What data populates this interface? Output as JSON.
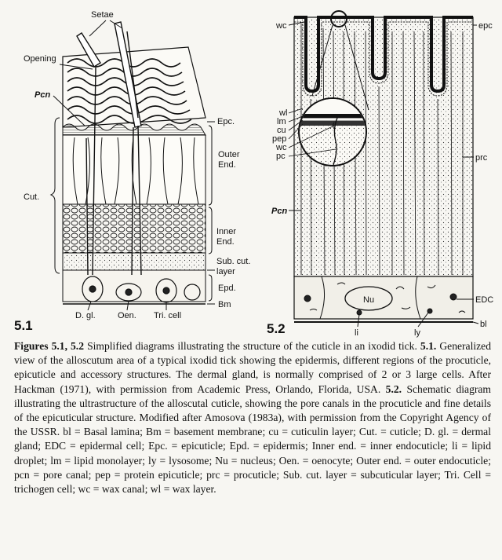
{
  "figure_1": {
    "number": "5.1",
    "labels": {
      "setae": "Setae",
      "opening": "Opening",
      "pcn": "Pcn",
      "epc": "Epc.",
      "outer_end": [
        "Outer",
        "End."
      ],
      "cut": "Cut.",
      "inner_end": [
        "Inner",
        "End."
      ],
      "sub_cut": [
        "Sub. cut.",
        "layer"
      ],
      "epd": "Epd.",
      "bm": "Bm",
      "d_gl": "D. gl.",
      "oen": "Oen.",
      "tri_cell": "Tri. cell"
    }
  },
  "figure_2": {
    "number": "5.2",
    "labels": {
      "wc_top": "wc",
      "epc": "epc",
      "wl": "wl",
      "lm": "lm",
      "cu": "cu",
      "pep": "pep",
      "wc": "wc",
      "pc": "pc",
      "prc": "prc",
      "pcn": "Pcn",
      "nu": "Nu",
      "edc": "EDC",
      "li": "li",
      "ly": "ly",
      "bl": "bl"
    }
  },
  "caption": {
    "heading": "Figures 5.1, 5.2",
    "intro": "Simplified diagrams illustrating the structure of the cuticle in an ixodid tick.",
    "fig1_ref": "5.1.",
    "fig1_text": "Generalized view of the alloscutum area of a typical ixodid tick showing the epidermis, different regions of the procuticle, epicuticle and accessory structures. The dermal gland, is normally comprised of 2 or 3 large cells. After Hackman (1971), with permission from Academic Press, Orlando, Florida, USA.",
    "fig2_ref": "5.2.",
    "fig2_text": "Schematic diagram illustrating the ultrastructure of the alloscutal cuticle, showing the pore canals in the procuticle and fine details of the epicuticular structure. Modified after Amosova (1983a), with permission from the Copyright Agency of the USSR.",
    "abbreviations": "bl = Basal lamina; Bm = basement membrane; cu = cuticulin layer; Cut. = cuticle; D. gl. = dermal gland; EDC = epidermal cell; Epc. = epicuticle; Epd. = epidermis; Inner end. = inner endocuticle; li = lipid droplet; lm = lipid monolayer; ly = lysosome; Nu = nucleus; Oen. = oenocyte; Outer end. = outer endocuticle; pcn = pore canal; pep = protein epicuticle; prc = procuticle; Sub. cut. layer = subcuticular layer; Tri. Cell = trichogen cell; wc = wax canal; wl = wax layer."
  }
}
